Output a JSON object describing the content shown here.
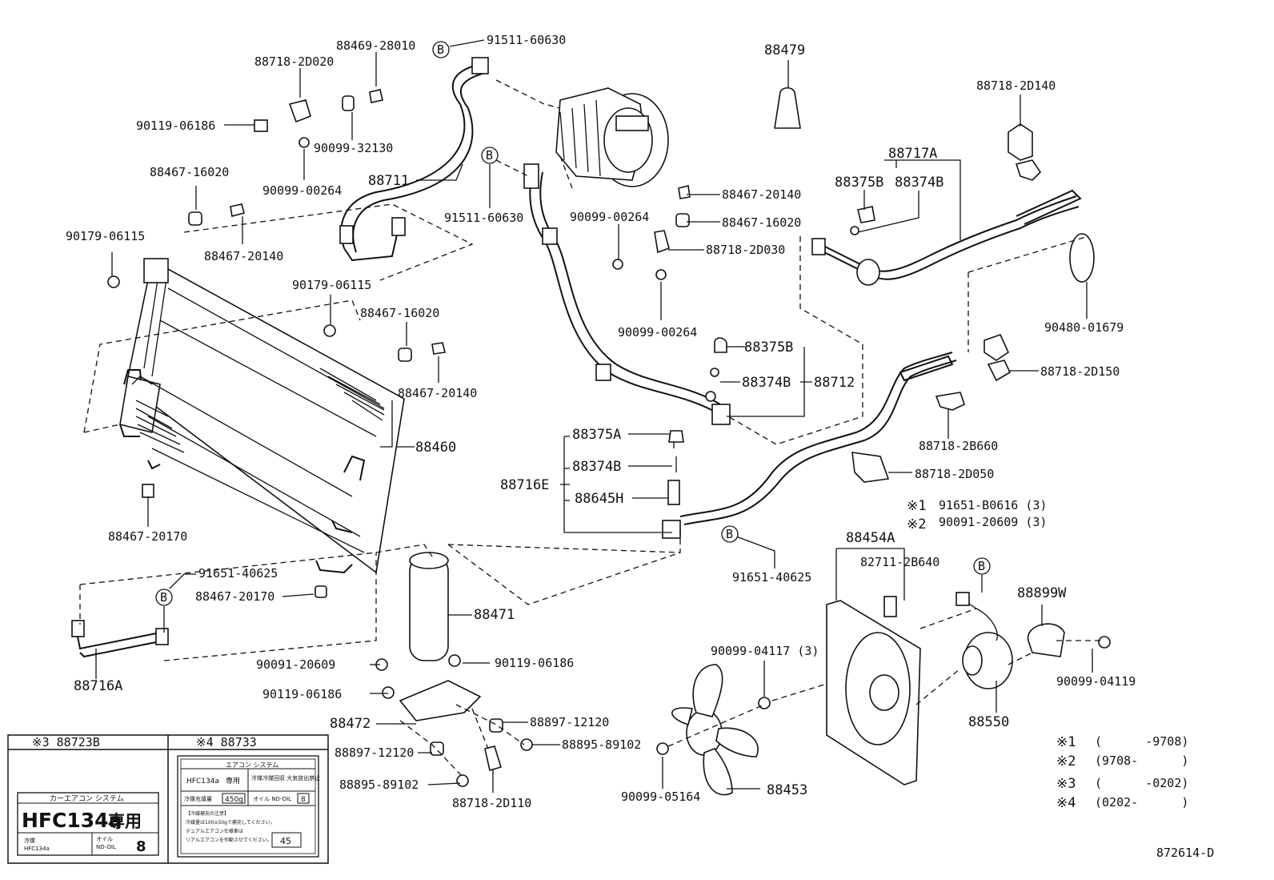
{
  "parts": [
    {
      "id": "p1",
      "num": "88469-28010"
    },
    {
      "id": "p2",
      "num": "91511-60630"
    },
    {
      "id": "p3",
      "num": "88718-2D020"
    },
    {
      "id": "p4",
      "num": "90119-06186"
    },
    {
      "id": "p5",
      "num": "90099-32130"
    },
    {
      "id": "p6",
      "num": "90099-00264"
    },
    {
      "id": "p7",
      "num": "88711"
    },
    {
      "id": "p8",
      "num": "91511-60630"
    },
    {
      "id": "p9",
      "num": "88467-16020"
    },
    {
      "id": "p10",
      "num": "90179-06115"
    },
    {
      "id": "p11",
      "num": "88467-20140"
    },
    {
      "id": "p12",
      "num": "90179-06115"
    },
    {
      "id": "p13",
      "num": "88467-16020"
    },
    {
      "id": "p14",
      "num": "88467-20140"
    },
    {
      "id": "p15",
      "num": "88460"
    },
    {
      "id": "p16",
      "num": "88467-20170"
    },
    {
      "id": "p17",
      "num": "91651-40625"
    },
    {
      "id": "p18",
      "num": "88467-20170"
    },
    {
      "id": "p19",
      "num": "88716A"
    },
    {
      "id": "p20",
      "num": "88479"
    },
    {
      "id": "p21",
      "num": "88467-20140"
    },
    {
      "id": "p22",
      "num": "90099-00264"
    },
    {
      "id": "p23",
      "num": "88467-16020"
    },
    {
      "id": "p24",
      "num": "88718-2D030"
    },
    {
      "id": "p25",
      "num": "90099-00264"
    },
    {
      "id": "p26",
      "num": "88375B"
    },
    {
      "id": "p27",
      "num": "88374B"
    },
    {
      "id": "p28",
      "num": "88712"
    },
    {
      "id": "p29",
      "num": "88375A"
    },
    {
      "id": "p30",
      "num": "88374B"
    },
    {
      "id": "p31",
      "num": "88716E"
    },
    {
      "id": "p32",
      "num": "88645H"
    },
    {
      "id": "p33",
      "num": "91651-40625"
    },
    {
      "id": "p34",
      "num": "88471"
    },
    {
      "id": "p35",
      "num": "90091-20609"
    },
    {
      "id": "p36",
      "num": "90119-06186"
    },
    {
      "id": "p37",
      "num": "90119-06186"
    },
    {
      "id": "p38",
      "num": "88472"
    },
    {
      "id": "p39",
      "num": "88897-12120"
    },
    {
      "id": "p40",
      "num": "88895-89102"
    },
    {
      "id": "p41",
      "num": "88897-12120"
    },
    {
      "id": "p42",
      "num": "88895-89102"
    },
    {
      "id": "p43",
      "num": "88718-2D110"
    },
    {
      "id": "p44",
      "num": "88718-2D140"
    },
    {
      "id": "p45",
      "num": "88717A"
    },
    {
      "id": "p46",
      "num": "88375B"
    },
    {
      "id": "p47",
      "num": "88374B"
    },
    {
      "id": "p48",
      "num": "90480-01679"
    },
    {
      "id": "p49",
      "num": "88718-2D150"
    },
    {
      "id": "p50",
      "num": "88718-2B660"
    },
    {
      "id": "p51",
      "num": "88718-2D050"
    },
    {
      "id": "p52",
      "num": "91651-B0616 (3)"
    },
    {
      "id": "p53",
      "num": "90091-20609 (3)"
    },
    {
      "id": "p54",
      "num": "88454A"
    },
    {
      "id": "p55",
      "num": "82711-2B640"
    },
    {
      "id": "p56",
      "num": "88899W"
    },
    {
      "id": "p57",
      "num": "90099-04117 (3)"
    },
    {
      "id": "p58",
      "num": "90099-04119"
    },
    {
      "id": "p59",
      "num": "88550"
    },
    {
      "id": "p60",
      "num": "90099-05164"
    },
    {
      "id": "p61",
      "num": "88453"
    }
  ],
  "markers": {
    "b": "B",
    "n1": "※1",
    "n2": "※2"
  },
  "legend": [
    {
      "mark": "※1",
      "range": "(      -9708)"
    },
    {
      "mark": "※2",
      "range": "(9708-      )"
    },
    {
      "mark": "※3",
      "range": "(      -0202)"
    },
    {
      "mark": "※4",
      "range": "(0202-      )"
    }
  ],
  "label_box_1": {
    "header": "※3 88723B",
    "title": "カーエアコン システム",
    "refrigerant": "HFC134a",
    "kanji": "専用",
    "sub1": "冷媒",
    "sub1b": "HFC134a",
    "sub2": "オイル",
    "sub2b": "ND-OIL",
    "oilnum": "8"
  },
  "label_box_2": {
    "header": "※4 88733",
    "title": "エアコン システム",
    "refrigerant": "HFC134a",
    "kanji": "専用",
    "warn": "冷媒冷媒回収 大気放出禁止",
    "fill": "冷媒充填量",
    "amount": "450g",
    "oil": "オイル ND-OIL",
    "oilnum": "8",
    "note_title": "【冷媒補充の注意】",
    "note1": "冷媒量は100±50gで補充してください。",
    "note2": "デュアルエアコン仕様車は",
    "note3": "リアルエアコンを作動させてください。",
    "boxnum": "45"
  },
  "diagram_id": "872614-D"
}
